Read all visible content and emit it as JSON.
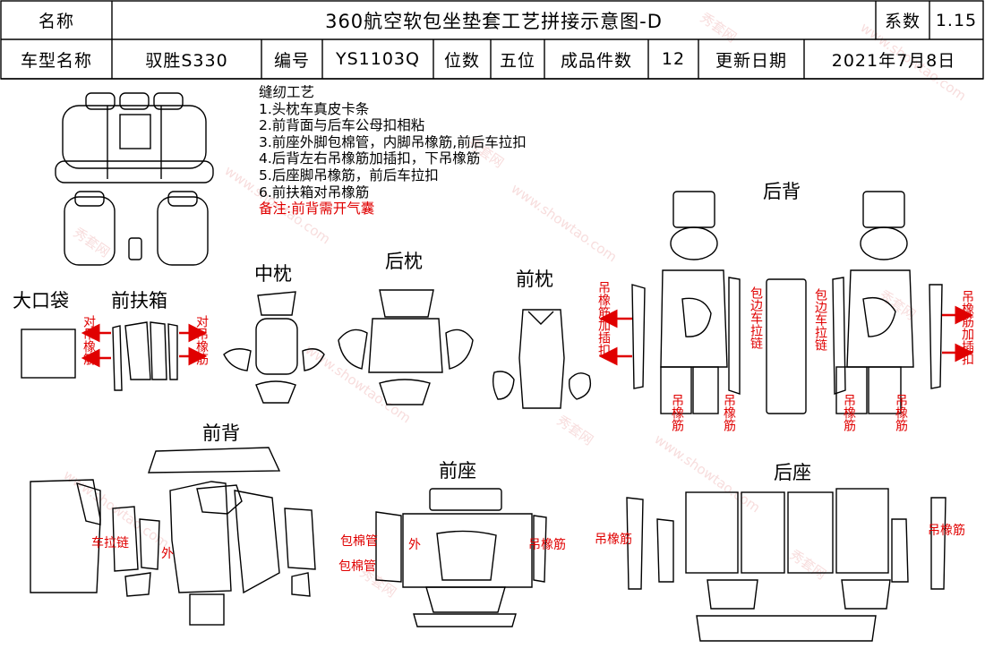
{
  "header": {
    "name_label": "名称",
    "title": "360航空软包坐垫套工艺拼接示意图-D",
    "coef_label": "系数",
    "coef_value": "1.15",
    "model_label": "车型名称",
    "model_value": "驭胜S330",
    "code_label": "编号",
    "code_value": "YS1103Q",
    "seats_label": "位数",
    "seats_value": "五位",
    "pieces_label": "成品件数",
    "pieces_value": "12",
    "date_label": "更新日期",
    "date_value": "2021年7月8日"
  },
  "notes": {
    "title": "缝纫工艺",
    "items": [
      "1.头枕车真皮卡条",
      "2.前背面与后车公母扣相粘",
      "3.前座外脚包棉管，内脚吊橡筋,前后车拉扣",
      "4.后背左右吊橡筋加插扣，下吊橡筋",
      "5.后座脚吊橡筋，前后车拉扣",
      "6.前扶箱对吊橡筋"
    ],
    "remark": "备注:前背需开气囊"
  },
  "sections": {
    "big_pocket": "大口袋",
    "front_armrest": "前扶箱",
    "mid_pillow": "中枕",
    "rear_pillow": "后枕",
    "front_pillow": "前枕",
    "rear_back": "后背",
    "front_back": "前背",
    "front_seat": "前座",
    "rear_seat": "后座"
  },
  "annotations": {
    "pair_elastic": "对吊橡筋",
    "hang_elastic_buckle": "吊橡筋加插扣",
    "edge_zip": "包边车拉链",
    "hang_elastic": "吊橡筋",
    "zip": "车拉链",
    "outer": "外",
    "cotton_tube": "包棉管"
  },
  "watermark": [
    "秀套网",
    "www.showtao.com"
  ],
  "colors": {
    "annotation_red": "#e00000",
    "line": "#000000"
  }
}
